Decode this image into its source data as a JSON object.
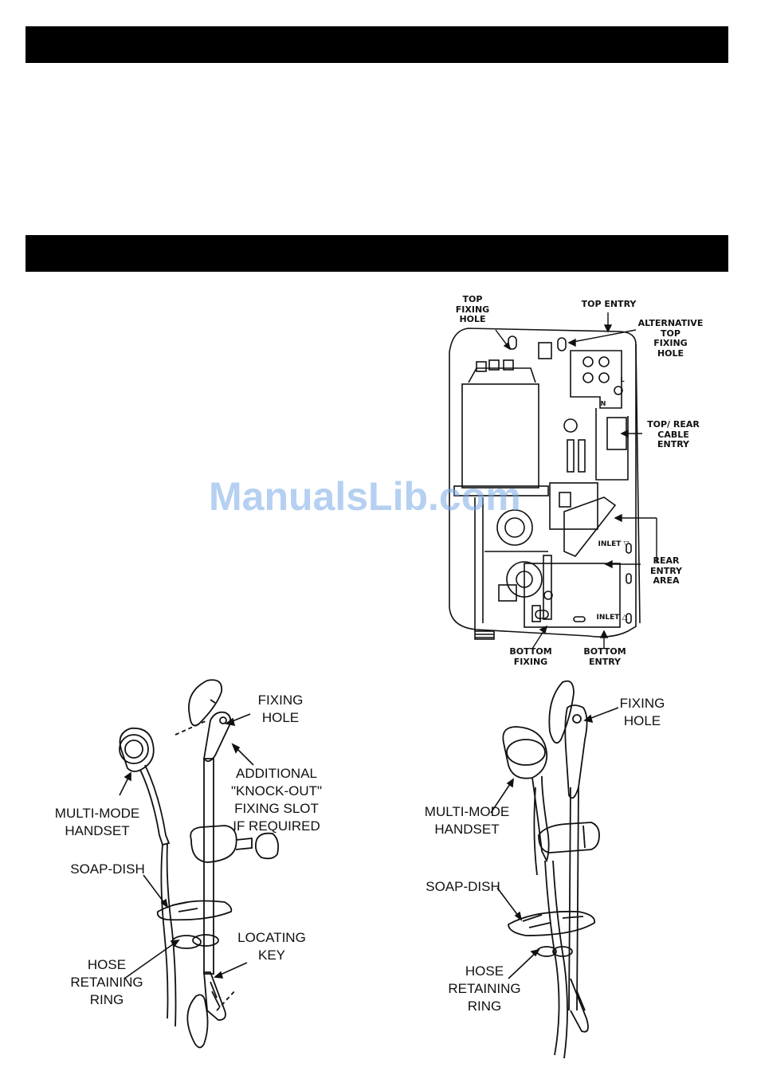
{
  "unit_labels": {
    "top_fixing_hole": "TOP\nFIXING\nHOLE",
    "top_entry": "TOP ENTRY",
    "alternative_top_fixing_hole": "ALTERNATIVE\nTOP\nFIXING\nHOLE",
    "top_rear_cable_entry": "TOP/ REAR\nCABLE\nENTRY",
    "rear_entry_area": "REAR\nENTRY\nAREA",
    "bottom_fixing": "BOTTOM\nFIXING",
    "bottom_entry": "BOTTOM\nENTRY",
    "inlet_down": "INLET ▽",
    "inlet_up": "INLET △",
    "terminal_n": "N",
    "terminal_l": "L"
  },
  "kit_left_labels": {
    "fixing_hole": "FIXING\nHOLE",
    "additional_knockout": "ADDITIONAL\n\"KNOCK-OUT\"\nFIXING SLOT\nIF REQUIRED",
    "multi_mode_handset": "MULTI-MODE\nHANDSET",
    "soap_dish": "SOAP-DISH",
    "locating_key": "LOCATING\nKEY",
    "hose_retaining_ring": "HOSE\nRETAINING\nRING"
  },
  "kit_right_labels": {
    "fixing_hole": "FIXING\nHOLE",
    "multi_mode_handset": "MULTI-MODE\nHANDSET",
    "soap_dish": "SOAP-DISH",
    "hose_retaining_ring": "HOSE\nRETAINING\nRING"
  },
  "watermark": "ManualsLib.com"
}
